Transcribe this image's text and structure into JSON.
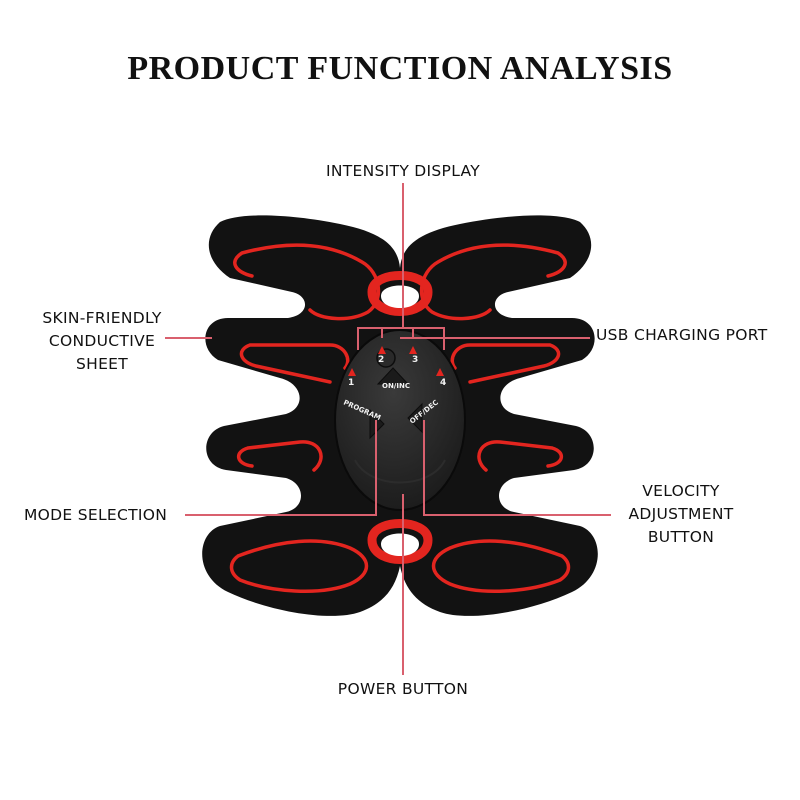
{
  "title": "PRODUCT FUNCTION ANALYSIS",
  "labels": {
    "intensity_display": "INTENSITY DISPLAY",
    "skin_friendly": [
      "SKIN-FRIENDLY",
      "CONDUCTIVE",
      "SHEET"
    ],
    "usb_charging_port": "USB CHARGING PORT",
    "mode_selection": "MODE SELECTION",
    "velocity_adjustment": [
      "VELOCITY",
      "ADJUSTMENT",
      "BUTTON"
    ],
    "power_button": "POWER BUTTON"
  },
  "device": {
    "indicators": [
      "1",
      "2",
      "3",
      "4"
    ],
    "on_inc": "ON/INC",
    "program": "PROGRAM",
    "off_dec": "OFF/DEC"
  },
  "colors": {
    "pad": "#121212",
    "accent": "#e3251f",
    "callout_line": "#d9606e"
  }
}
